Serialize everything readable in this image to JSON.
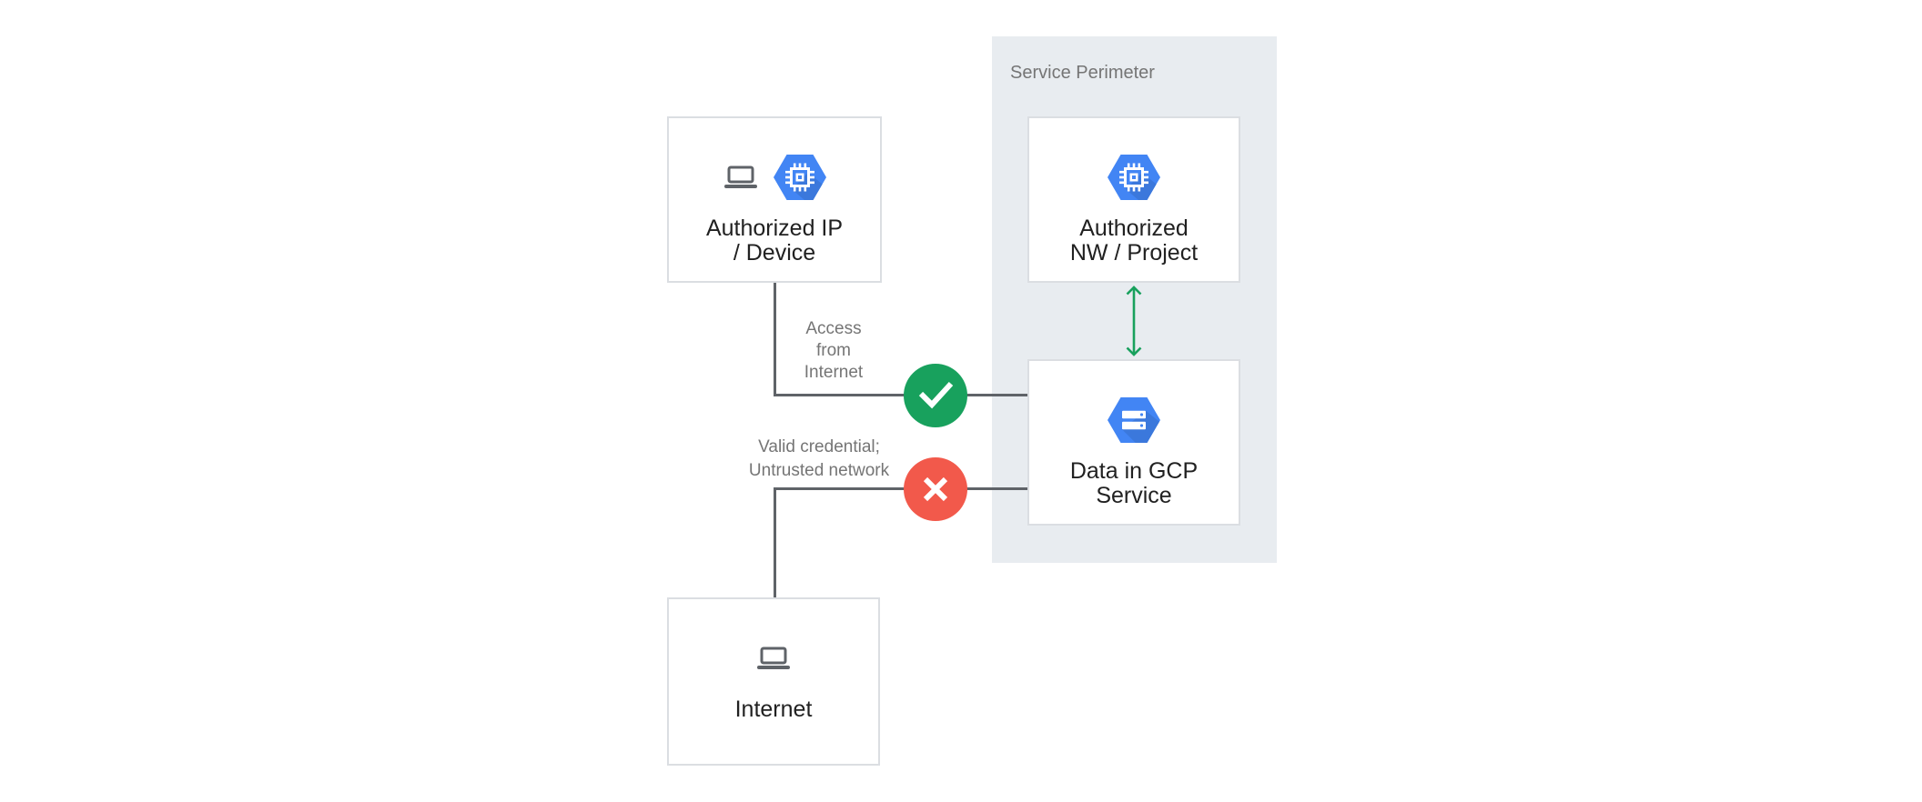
{
  "perimeter": {
    "label": "Service Perimeter"
  },
  "nodes": {
    "authorized_ip": {
      "line1": "Authorized IP",
      "line2": "/ Device",
      "icons": [
        "laptop-icon",
        "compute-engine-hexagon-icon"
      ]
    },
    "authorized_nw": {
      "line1": "Authorized",
      "line2": "NW / Project",
      "icons": [
        "compute-engine-hexagon-icon"
      ]
    },
    "data_gcp": {
      "line1": "Data in GCP",
      "line2": "Service",
      "icons": [
        "cloud-storage-hexagon-icon"
      ]
    },
    "internet": {
      "line1": "Internet",
      "icons": [
        "laptop-icon"
      ]
    }
  },
  "connections": {
    "allowed": {
      "label_line1": "Access",
      "label_line2": "from",
      "label_line3": "Internet",
      "status_icon": "check-icon"
    },
    "denied": {
      "label_line1": "Valid credential;",
      "label_line2": "Untrusted network",
      "status_icon": "cross-icon"
    },
    "internal_link": {
      "status_icon": "double-arrow-icon"
    }
  },
  "colors": {
    "blue": "#4285f4",
    "blue_shadow": "#3b78dc",
    "green": "#18a15d",
    "red": "#f2594b",
    "panel_bg": "#e8ecf0",
    "box_border": "#dbdee2",
    "line": "#5f6368",
    "text_dark": "#212121",
    "text_gray": "#757575"
  }
}
